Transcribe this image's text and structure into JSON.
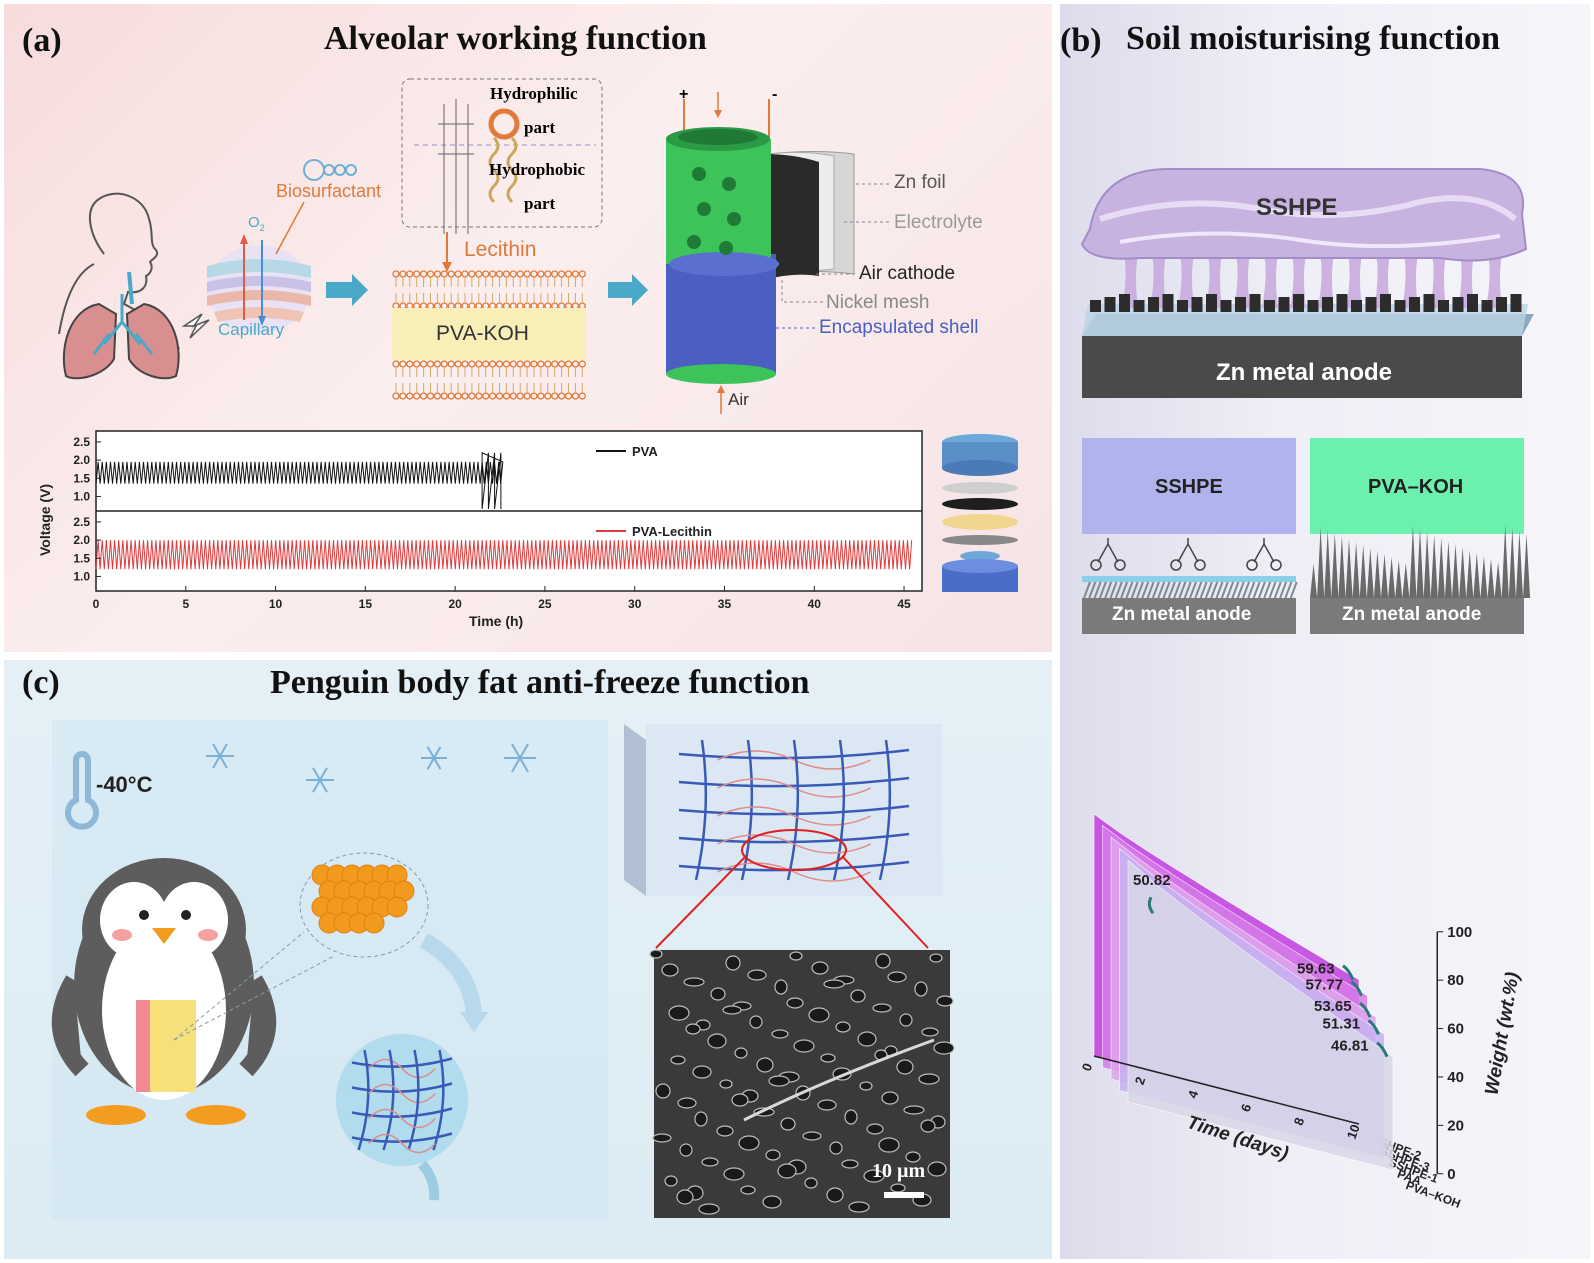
{
  "panel_a": {
    "tag": "(a)",
    "title": "Alveolar working function",
    "labels": {
      "biosurfactant": "Biosurfactant",
      "o2": "O",
      "o2_sub": "2",
      "capillary": "Capillary",
      "hydrophilic": "Hydrophilic",
      "part1": "part",
      "hydrophobic": "Hydrophobic",
      "part2": "part",
      "lecithin": "Lecithin",
      "pva_koh": "PVA-KOH",
      "plus": "+",
      "minus": "-",
      "zn_foil": "Zn foil",
      "electrolyte": "Electrolyte",
      "air_cathode": "Air cathode",
      "nickel_mesh": "Nickel mesh",
      "encapsulated_shell": "Encapsulated shell",
      "air": "Air"
    },
    "colors": {
      "accent_orange": "#e0703a",
      "shell_blue": "#4a5fc1",
      "tube_green": "#3cc35a"
    }
  },
  "panel_b": {
    "tag": "(b)",
    "title": "Soil moisturising function",
    "labels": {
      "sshpe_top": "SSHPE",
      "zn_anode_top": "Zn metal anode",
      "sshpe_box": "SSHPE",
      "pvakoh_box": "PVA–KOH",
      "zn_anode_left": "Zn metal anode",
      "zn_anode_right": "Zn metal anode"
    },
    "colors": {
      "sshpe": "#b1b3ec",
      "pvakoh": "#6cf0ad",
      "anode": "#7a7a7a"
    }
  },
  "panel_c": {
    "tag": "(c)",
    "title": "Penguin body fat anti-freeze function",
    "labels": {
      "temperature": "-40°C",
      "scale_bar": "10 µm"
    }
  },
  "voltage_chart": {
    "type": "line",
    "ylabel": "Voltage (V)",
    "xlabel": "Time (h)",
    "xlim": [
      0,
      46
    ],
    "xticks": [
      0,
      5,
      10,
      15,
      20,
      25,
      30,
      35,
      40,
      45
    ],
    "yticks": [
      1.0,
      1.5,
      2.0,
      2.5
    ],
    "series": [
      {
        "name": "PVA",
        "color": "#111111",
        "end_h": 22.7,
        "v_charge": 1.95,
        "v_discharge": 1.35,
        "fail_v": 2.2
      },
      {
        "name": "PVA-Lecithin",
        "color": "#e03a3a",
        "end_h": 45.5,
        "v_charge": 2.0,
        "v_discharge": 1.2
      }
    ]
  },
  "chart_data": {
    "type": "area",
    "ylabel": "Weight (wt.%)",
    "xlabel": "Time (days)",
    "xticks": [
      0,
      2,
      4,
      6,
      8,
      10
    ],
    "yticks": [
      0,
      20,
      40,
      60,
      80,
      100
    ],
    "ylim": [
      0,
      100
    ],
    "xlim": [
      0,
      10
    ],
    "series": [
      {
        "name": "SSHPE-2",
        "final": 59.63,
        "color": "#c23fe0"
      },
      {
        "name": "SSHPE-3",
        "final": 57.77,
        "color": "#d77ce8"
      },
      {
        "name": "SSHPE-1",
        "final": 53.65,
        "color": "#dfa5ee"
      },
      {
        "name": "PAA",
        "final": 51.31,
        "color": "#c6b2f0"
      },
      {
        "name": "PVA–KOH",
        "final": 46.81,
        "color": "#d8d8e8"
      }
    ],
    "annotations": [
      "59.63",
      "57.77",
      "53.65",
      "51.31",
      "46.81",
      "50.82"
    ]
  }
}
